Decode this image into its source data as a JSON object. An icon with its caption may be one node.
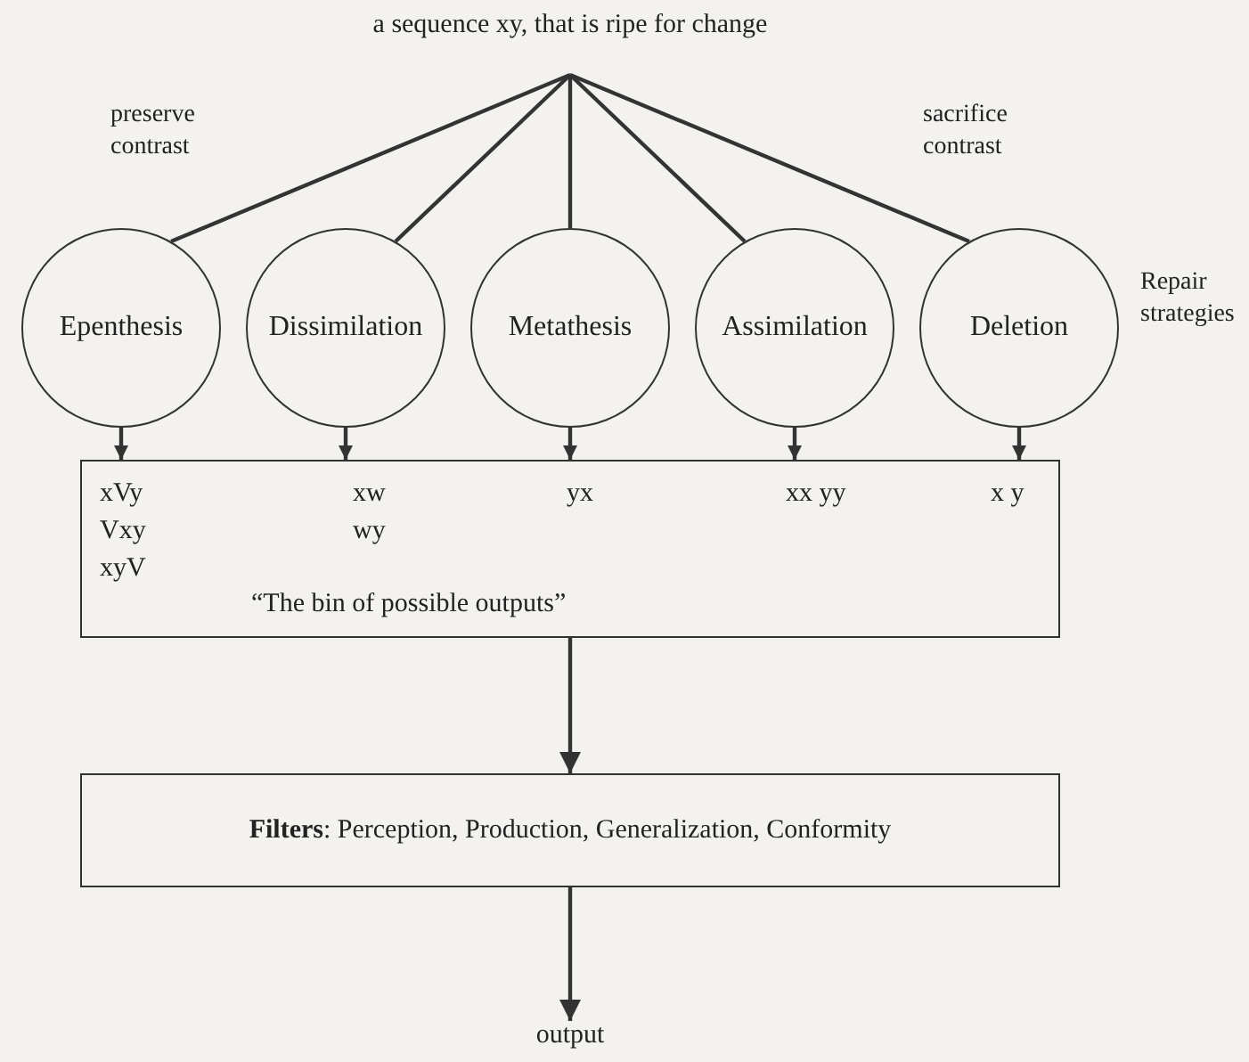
{
  "diagram": {
    "nodes": [
      {
        "text": [
          "a sequence xy, that is ripe for change"
        ]
      },
      {
        "text": [
          "Epenthesis"
        ]
      },
      {
        "text": [
          "Dissimilation"
        ]
      },
      {
        "text": [
          "Metathesis"
        ]
      },
      {
        "text": [
          "Assimilation"
        ]
      },
      {
        "text": [
          "Deletion"
        ]
      },
      {
        "text": [
          "xVy Vxy xyV",
          "xw wy",
          "yx",
          "xx yy",
          "x y",
          "“The bin of possible outputs”"
        ]
      },
      {
        "text": [
          "**Filters**: Perception, Production, Generalization, Conformity"
        ]
      },
      {
        "text": [
          "output"
        ]
      }
    ],
    "edges": [
      {
        "from": 0,
        "to": 1,
        "arrow": "none"
      },
      {
        "from": 0,
        "to": 2,
        "arrow": "none"
      },
      {
        "from": 0,
        "to": 3,
        "arrow": "none"
      },
      {
        "from": 0,
        "to": 4,
        "arrow": "none"
      },
      {
        "from": 0,
        "to": 5,
        "arrow": "none"
      },
      {
        "from": 1,
        "to": 6,
        "arrow": "to"
      },
      {
        "from": 2,
        "to": 6,
        "arrow": "to"
      },
      {
        "from": 3,
        "to": 6,
        "arrow": "to"
      },
      {
        "from": 4,
        "to": 6,
        "arrow": "to"
      },
      {
        "from": 5,
        "to": 6,
        "arrow": "to"
      },
      {
        "from": 6,
        "to": 7,
        "arrow": "to"
      },
      {
        "from": 7,
        "to": 8,
        "arrow": "to"
      }
    ],
    "labels": [
      "preserve contrast",
      "sacrifice contrast",
      "Repair strategies"
    ]
  }
}
